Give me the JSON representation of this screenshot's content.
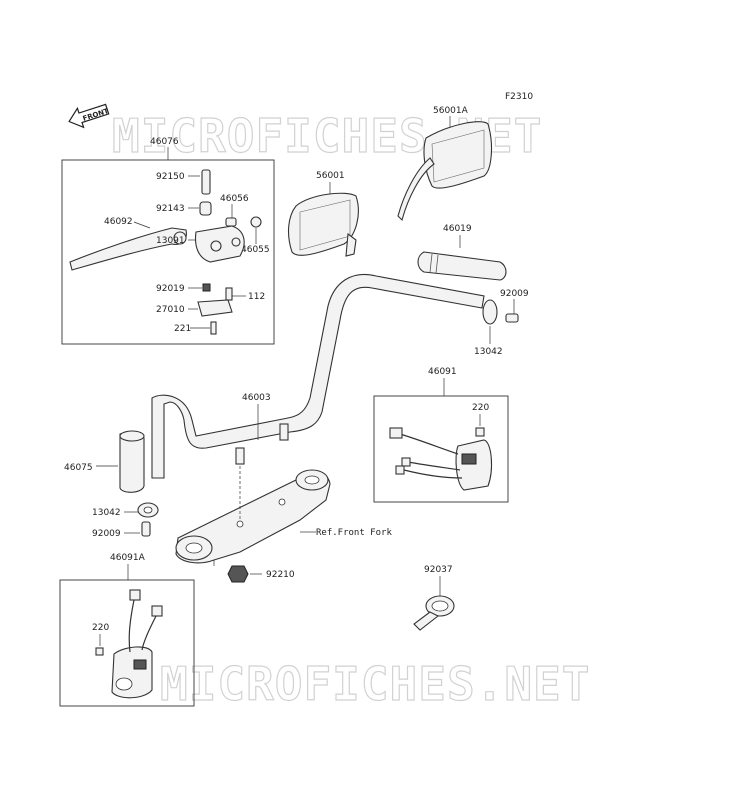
{
  "figure_code": "F2310",
  "front_arrow_label": "FRONT",
  "watermark": "MICROFICHES.NET",
  "reference_label": "Ref.Front Fork",
  "part_labels": {
    "p46076": "46076",
    "p92150": "92150",
    "p92143": "92143",
    "p46056": "46056",
    "p46092": "46092",
    "p46055": "46055",
    "p13091": "13091",
    "p92019": "92019",
    "p112": "112",
    "p27010": "27010",
    "p221": "221",
    "p56001": "56001",
    "p56001A": "56001A",
    "p46019": "46019",
    "p92009_right": "92009",
    "p13042_right": "13042",
    "p46003": "46003",
    "p46091": "46091",
    "p220_right": "220",
    "p46075": "46075",
    "p13042_left": "13042",
    "p92009_left": "92009",
    "p46091A": "46091A",
    "p220_left": "220",
    "p92210": "92210",
    "p92037": "92037"
  }
}
